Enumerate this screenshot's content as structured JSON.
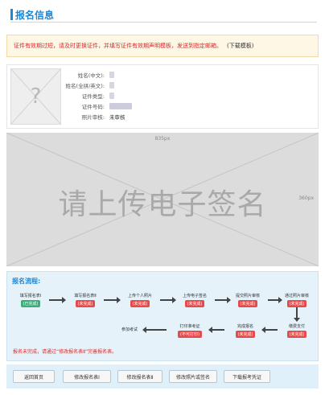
{
  "page": {
    "title": "报名信息"
  },
  "notice": {
    "text": "证件有效期过短，请及时更换证件，并填写证件有效期声明模板，发送到指定邮箱。",
    "download": "(下载模板)"
  },
  "info": {
    "photo_placeholder": "?",
    "rows": [
      {
        "label": "姓名(中文):"
      },
      {
        "label": "姓名(全拼/英文):"
      },
      {
        "label": "证件类型:"
      },
      {
        "label": "证件号码:"
      },
      {
        "label": "照片审核:",
        "value": "未审核"
      }
    ]
  },
  "signature": {
    "width_label": "835px",
    "height_label": "360px",
    "placeholder": "请上传电子签名"
  },
  "flow": {
    "title": "报名流程:",
    "steps": [
      {
        "name": "填写报名表Ⅰ",
        "status": "(已完成)",
        "done": true
      },
      {
        "name": "填写报名表Ⅱ",
        "status": "(未完成)",
        "done": false
      },
      {
        "name": "上传个人照片",
        "status": "(未完成)",
        "done": false
      },
      {
        "name": "上传电子签名",
        "status": "(未完成)",
        "done": false
      },
      {
        "name": "提交照片审核",
        "status": "(未完成)",
        "done": false
      },
      {
        "name": "通过照片审核",
        "status": "(未完成)",
        "done": false
      },
      {
        "name": "缴费支付",
        "status": "(未完成)",
        "done": false
      },
      {
        "name": "完成报名",
        "status": "(未完成)",
        "done": false
      },
      {
        "name": "打印准考证",
        "status": "(不可打印)",
        "done": false
      },
      {
        "name": "参加考试",
        "status": "",
        "done": false
      }
    ],
    "warning": "报名未完成，请通过“修改报名表Ⅱ”完善报名表。"
  },
  "buttons": {
    "back": "返回首页",
    "edit1": "修改报名表Ⅰ",
    "edit2": "修改报名表Ⅱ",
    "edit_photo": "修改照片或签名",
    "download_ticket": "下载报考凭证"
  }
}
